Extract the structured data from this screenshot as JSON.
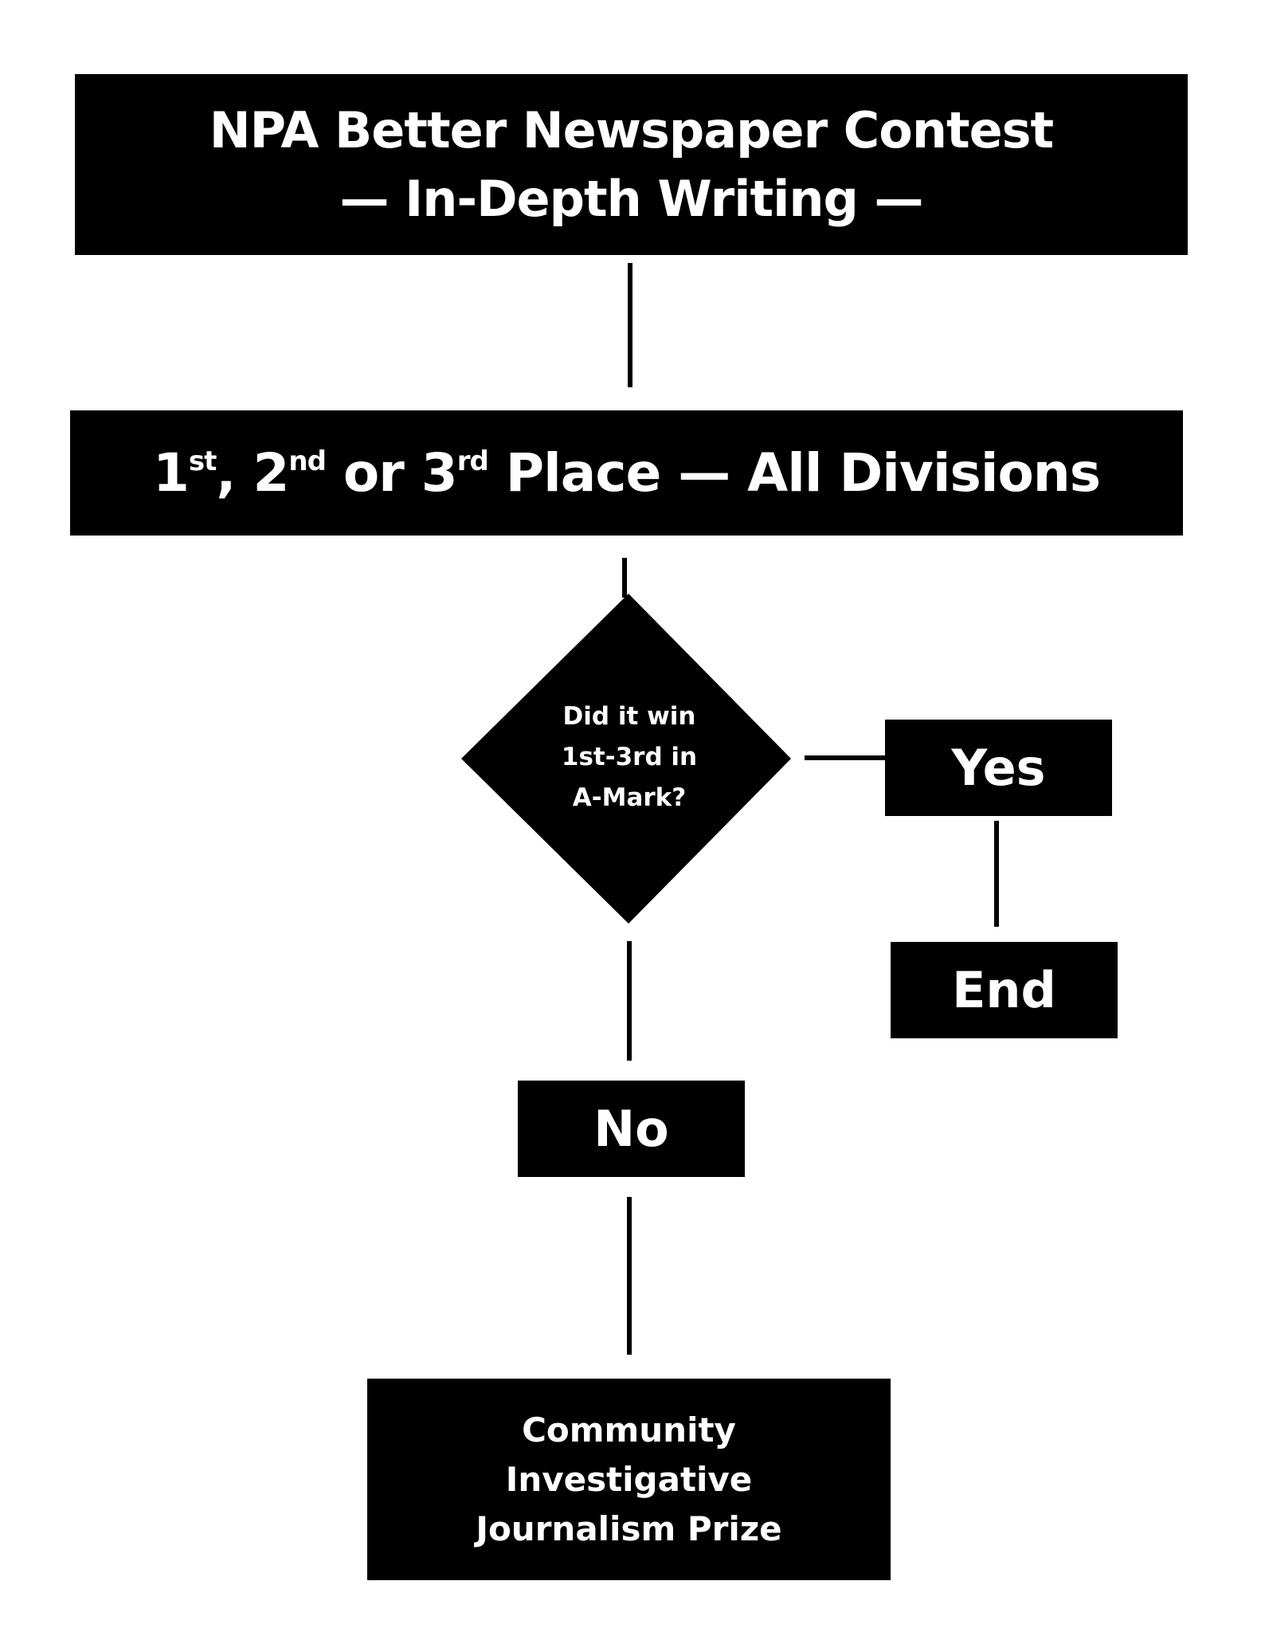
{
  "title": {
    "line1": "NPA Better Newspaper Contest",
    "line2": "— In-Depth Writing —"
  },
  "place": {
    "n1": "1",
    "s1": "st",
    "sep1": ", ",
    "n2": "2",
    "s2": "nd",
    "sep2": " or ",
    "n3": "3",
    "s3": "rd",
    "tail": " Place — All Divisions"
  },
  "decision": {
    "line1": "Did it win",
    "line2": "1st-3rd in",
    "line3": "A-Mark?"
  },
  "yes": "Yes",
  "end": "End",
  "no": "No",
  "prize": {
    "line1": "Community",
    "line2": "Investigative",
    "line3": "Journalism Prize"
  },
  "colors": {
    "box": "#000000",
    "text": "#ffffff",
    "background": "#ffffff"
  }
}
